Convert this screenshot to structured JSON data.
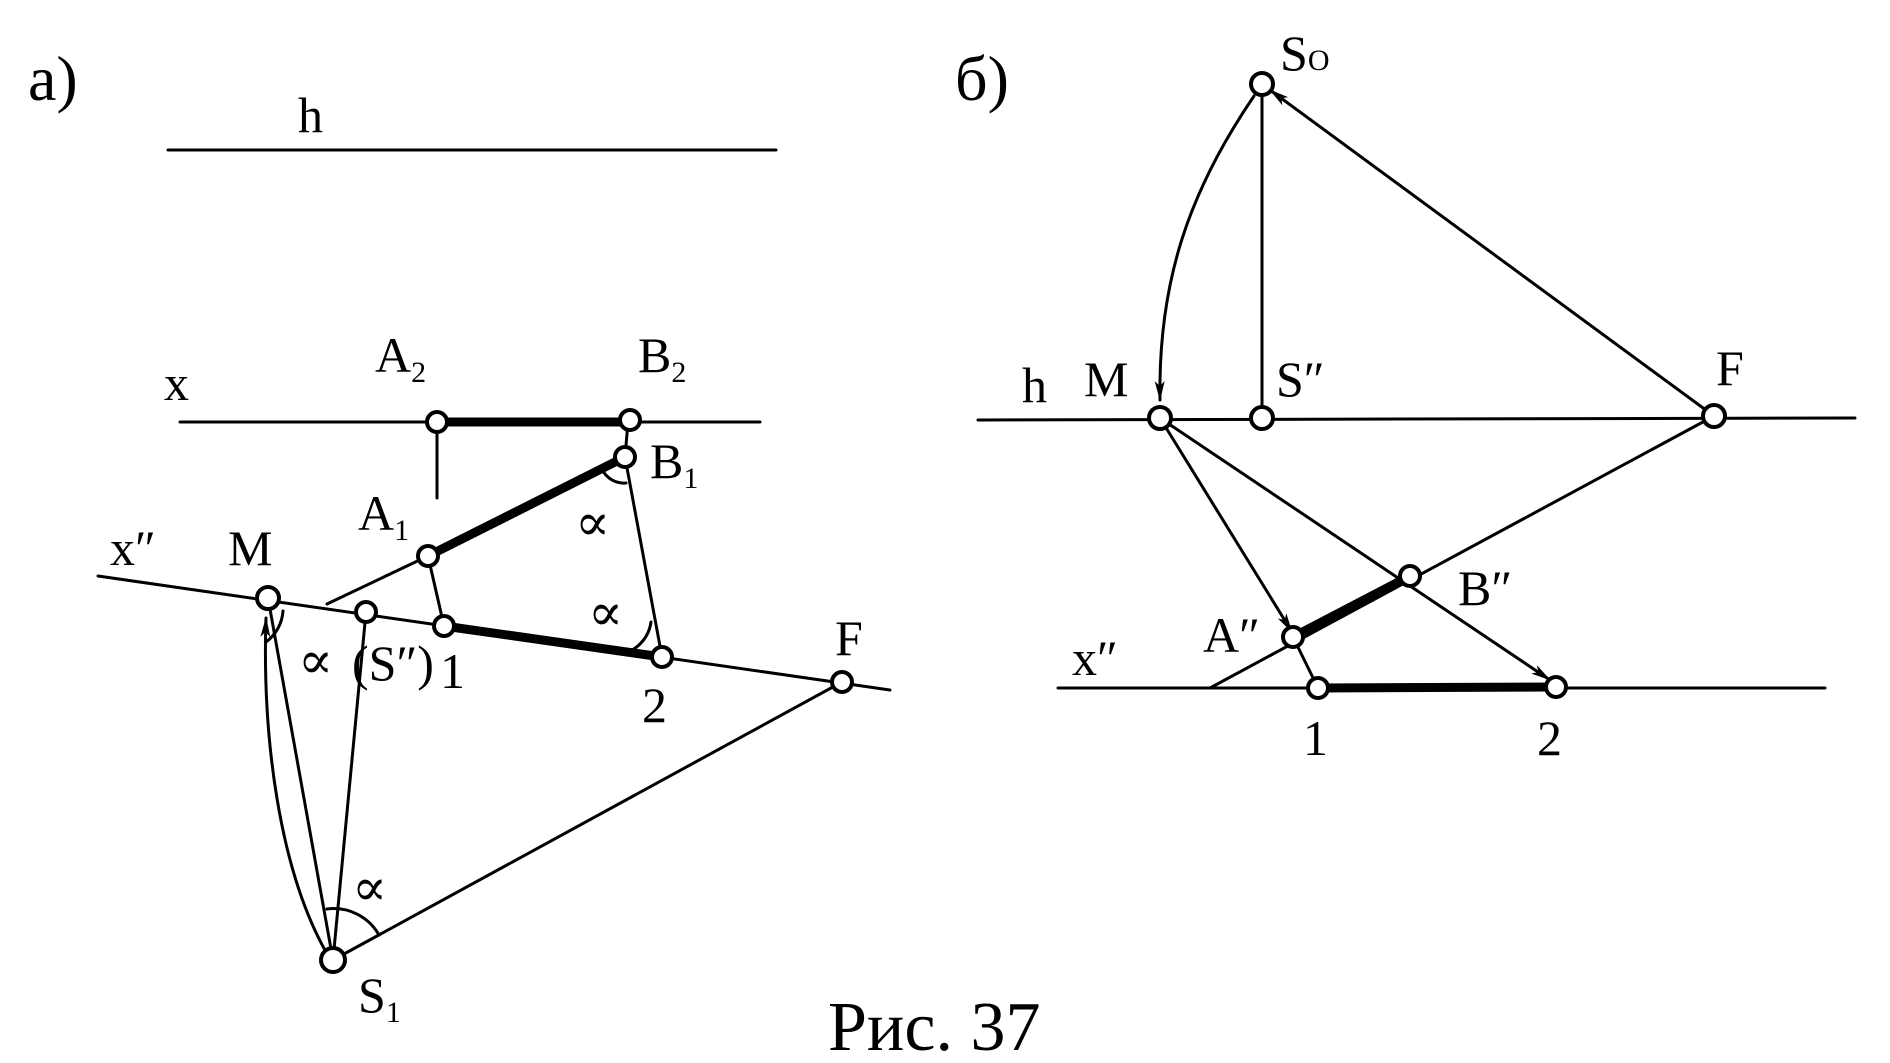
{
  "caption": "Рис. 37",
  "panel_a": {
    "label": "а)",
    "h": "h",
    "x": "x",
    "x2": "x″",
    "A2": "A",
    "A2_sub": "2",
    "B2": "B",
    "B2_sub": "2",
    "A1": "A",
    "A1_sub": "1",
    "B1": "B",
    "B1_sub": "1",
    "M": "M",
    "S2": "(S″)",
    "p1": "1",
    "p2": "2",
    "F": "F",
    "S1": "S",
    "S1_sub": "1",
    "alpha": "∝"
  },
  "panel_b": {
    "label": "б)",
    "So": "S",
    "So_sub": "O",
    "h": "h",
    "M": "M",
    "S2": "S″",
    "F": "F",
    "B2": "B″",
    "A2": "A″",
    "x2": "x″",
    "p1": "1",
    "p2": "2"
  }
}
